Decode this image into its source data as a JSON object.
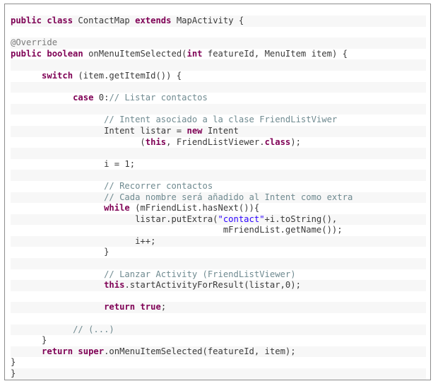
{
  "code": {
    "language": "java",
    "lines": [
      {
        "band": true,
        "tokens": [
          {
            "t": "public",
            "k": "kw"
          },
          {
            "t": " ",
            "k": "plain"
          },
          {
            "t": "class",
            "k": "kw"
          },
          {
            "t": " ContactMap ",
            "k": "plain"
          },
          {
            "t": "extends",
            "k": "kw"
          },
          {
            "t": " MapActivity {",
            "k": "plain"
          }
        ]
      },
      {
        "band": false,
        "tokens": []
      },
      {
        "band": true,
        "tokens": [
          {
            "t": "@Override",
            "k": "ann"
          }
        ]
      },
      {
        "band": false,
        "tokens": [
          {
            "t": "public",
            "k": "kw"
          },
          {
            "t": " ",
            "k": "plain"
          },
          {
            "t": "boolean",
            "k": "kw"
          },
          {
            "t": " onMenuItemSelected(",
            "k": "plain"
          },
          {
            "t": "int",
            "k": "kw"
          },
          {
            "t": " featureId, MenuItem item) {",
            "k": "plain"
          }
        ]
      },
      {
        "band": true,
        "tokens": []
      },
      {
        "band": false,
        "tokens": [
          {
            "t": "      ",
            "k": "plain"
          },
          {
            "t": "switch",
            "k": "kw"
          },
          {
            "t": " (item.getItemId()) {",
            "k": "plain"
          }
        ]
      },
      {
        "band": true,
        "tokens": []
      },
      {
        "band": false,
        "tokens": [
          {
            "t": "            ",
            "k": "plain"
          },
          {
            "t": "case",
            "k": "kw"
          },
          {
            "t": " 0:",
            "k": "plain"
          },
          {
            "t": "// Listar contactos",
            "k": "comment"
          }
        ]
      },
      {
        "band": true,
        "tokens": []
      },
      {
        "band": false,
        "tokens": [
          {
            "t": "                  ",
            "k": "plain"
          },
          {
            "t": "// Intent asociado a la clase FriendListViwer",
            "k": "comment"
          }
        ]
      },
      {
        "band": true,
        "tokens": [
          {
            "t": "                  Intent listar = ",
            "k": "plain"
          },
          {
            "t": "new",
            "k": "kw"
          },
          {
            "t": " Intent",
            "k": "plain"
          }
        ]
      },
      {
        "band": false,
        "tokens": [
          {
            "t": "                         (",
            "k": "plain"
          },
          {
            "t": "this",
            "k": "kw"
          },
          {
            "t": ", FriendListViewer.",
            "k": "plain"
          },
          {
            "t": "class",
            "k": "kw"
          },
          {
            "t": ");",
            "k": "plain"
          }
        ]
      },
      {
        "band": true,
        "tokens": []
      },
      {
        "band": false,
        "tokens": [
          {
            "t": "                  i = 1;",
            "k": "plain"
          }
        ]
      },
      {
        "band": true,
        "tokens": []
      },
      {
        "band": false,
        "tokens": [
          {
            "t": "                  ",
            "k": "plain"
          },
          {
            "t": "// Recorrer contactos",
            "k": "comment"
          }
        ]
      },
      {
        "band": true,
        "tokens": [
          {
            "t": "                  ",
            "k": "plain"
          },
          {
            "t": "// Cada nombre será añadido al Intent como extra",
            "k": "comment"
          }
        ]
      },
      {
        "band": false,
        "tokens": [
          {
            "t": "                  ",
            "k": "plain"
          },
          {
            "t": "while",
            "k": "kw"
          },
          {
            "t": " (mFriendList.hasNext()){",
            "k": "plain"
          }
        ]
      },
      {
        "band": true,
        "tokens": [
          {
            "t": "                        listar.putExtra(",
            "k": "plain"
          },
          {
            "t": "\"contact\"",
            "k": "str"
          },
          {
            "t": "+i.toString(),",
            "k": "plain"
          }
        ]
      },
      {
        "band": false,
        "tokens": [
          {
            "t": "                                         mFriendList.getName());",
            "k": "plain"
          }
        ]
      },
      {
        "band": true,
        "tokens": [
          {
            "t": "                        i++;",
            "k": "plain"
          }
        ]
      },
      {
        "band": false,
        "tokens": [
          {
            "t": "                  }",
            "k": "plain"
          }
        ]
      },
      {
        "band": true,
        "tokens": []
      },
      {
        "band": false,
        "tokens": [
          {
            "t": "                  ",
            "k": "plain"
          },
          {
            "t": "// Lanzar Activity (FriendListViewer)",
            "k": "comment"
          }
        ]
      },
      {
        "band": true,
        "tokens": [
          {
            "t": "                  ",
            "k": "plain"
          },
          {
            "t": "this",
            "k": "kw"
          },
          {
            "t": ".startActivityForResult(listar,0);",
            "k": "plain"
          }
        ]
      },
      {
        "band": false,
        "tokens": []
      },
      {
        "band": true,
        "tokens": [
          {
            "t": "                  ",
            "k": "plain"
          },
          {
            "t": "return",
            "k": "kw"
          },
          {
            "t": " ",
            "k": "plain"
          },
          {
            "t": "true",
            "k": "kw"
          },
          {
            "t": ";",
            "k": "plain"
          }
        ]
      },
      {
        "band": false,
        "tokens": []
      },
      {
        "band": true,
        "tokens": [
          {
            "t": "            ",
            "k": "plain"
          },
          {
            "t": "// (...)",
            "k": "comment"
          }
        ]
      },
      {
        "band": false,
        "tokens": [
          {
            "t": "      }",
            "k": "plain"
          }
        ]
      },
      {
        "band": true,
        "tokens": [
          {
            "t": "      ",
            "k": "plain"
          },
          {
            "t": "return",
            "k": "kw"
          },
          {
            "t": " ",
            "k": "plain"
          },
          {
            "t": "super",
            "k": "kw"
          },
          {
            "t": ".onMenuItemSelected(featureId, item);",
            "k": "plain"
          }
        ]
      },
      {
        "band": false,
        "tokens": [
          {
            "t": "}",
            "k": "plain"
          }
        ]
      },
      {
        "band": true,
        "tokens": [
          {
            "t": "}",
            "k": "plain"
          }
        ]
      }
    ]
  }
}
